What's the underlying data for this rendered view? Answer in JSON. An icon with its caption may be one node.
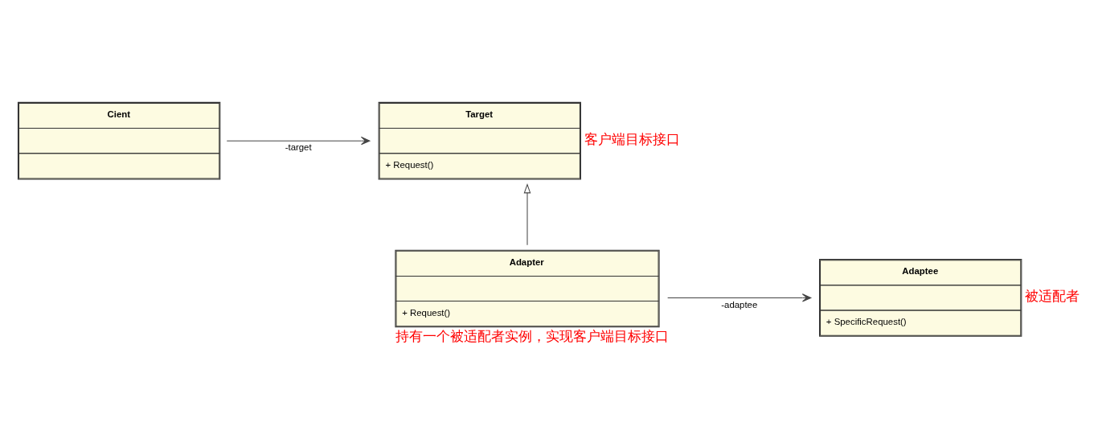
{
  "diagram": {
    "nodes": [
      {
        "text": [
          "Cient"
        ]
      },
      {
        "text": [
          "Target",
          "+ Request()"
        ],
        "beside": [
          "客户端目标接口"
        ]
      },
      {
        "text": [
          "Adapter",
          "+ Request()"
        ],
        "beside": [
          "持有一个被适配者实例，实现客户端目标接口"
        ]
      },
      {
        "text": [
          "Adaptee",
          "+ SpecificRequest()"
        ],
        "beside": [
          "被适配者"
        ]
      }
    ],
    "edges": [
      {
        "from": 0,
        "to": 1,
        "arrow": "to",
        "label": "-target"
      },
      {
        "from": 2,
        "to": 1,
        "arrow": "to"
      },
      {
        "from": 2,
        "to": 3,
        "arrow": "to",
        "label": "-adaptee"
      }
    ]
  }
}
